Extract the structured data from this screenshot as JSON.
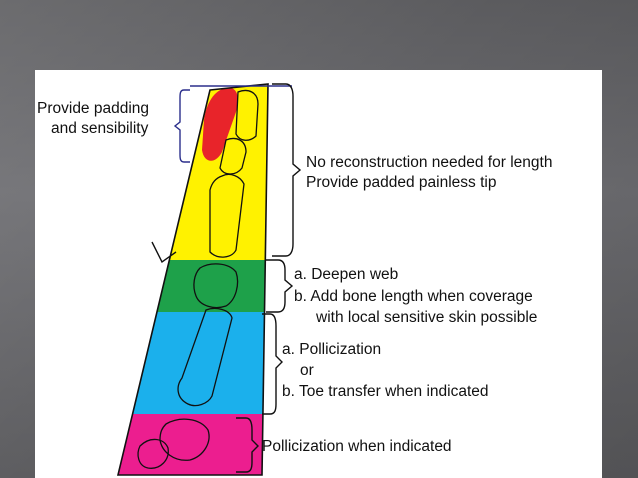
{
  "colors": {
    "slide_background": "#5e5e61",
    "panel_background": "#ffffff",
    "tip_zone": "#e8242a",
    "distal_zone": "#fff200",
    "web_zone": "#1ea14a",
    "metacarpal_zone": "#1bb0ec",
    "basal_zone": "#ec1e8f",
    "outline": "#111111",
    "bracket": "#2b2f8c"
  },
  "labels": {
    "tip_line1": "Provide padding",
    "tip_line2": "and sensibility",
    "distal_line1": "No reconstruction needed for length",
    "distal_line2": "Provide padded painless tip",
    "web_line1": "a. Deepen web",
    "web_line2": "b. Add bone length when coverage",
    "web_line3": "with local sensitive skin possible",
    "meta_line1": "a. Pollicization",
    "meta_line2": "or",
    "meta_line3": "b. Toe transfer when indicated",
    "basal_line1": "Pollicization when indicated"
  }
}
